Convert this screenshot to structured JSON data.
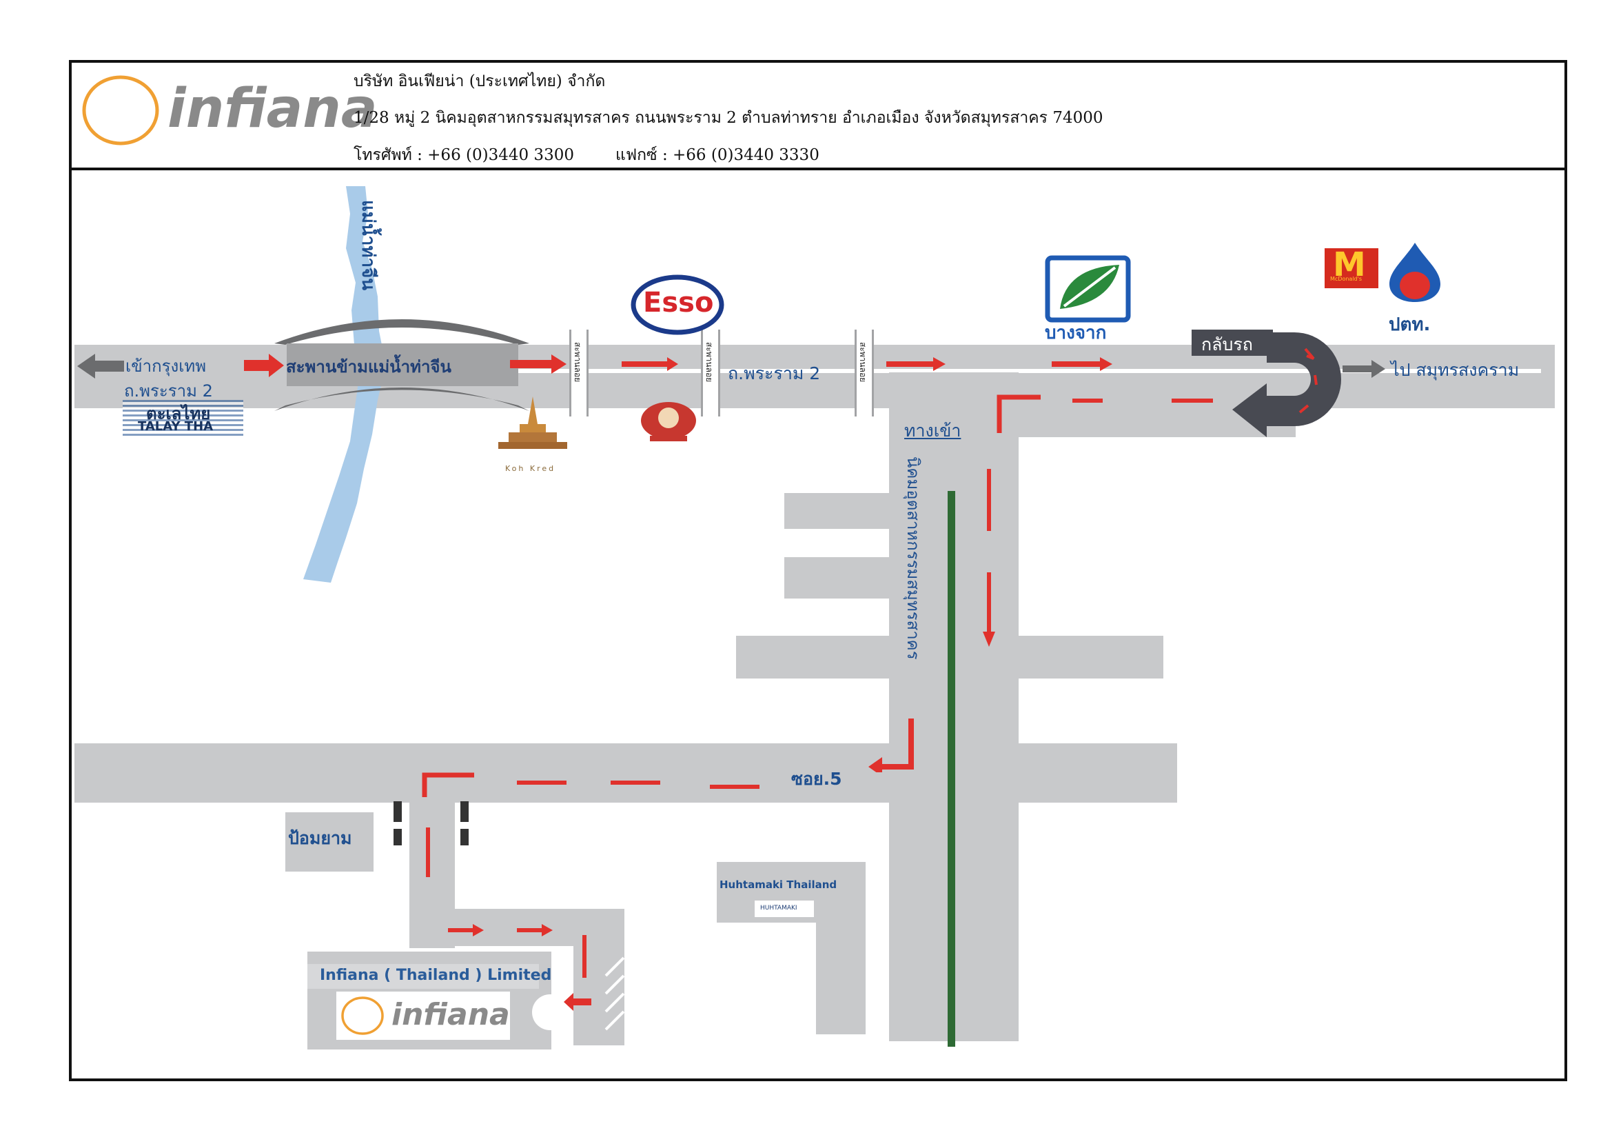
{
  "header": {
    "logo_text": "infiana",
    "company_name": "บริษัท อินเฟียน่า (ประเทศไทย) จำกัด",
    "address": "1/28 หมู่ 2 นิคมอุตสาหกรรมสมุทรสาคร ถนนพระราม 2 ตำบลท่าทราย อำเภอเมือง จังหวัดสมุทรสาคร 74000",
    "phone": "โทรศัพท์ : +66 (0)3440 3300",
    "fax": "แฟกซ์ : +66 (0)3440 3330"
  },
  "map": {
    "river_label": "แม่น้ำท่าจีน",
    "bridge_label": "สะพานข้ามแม่น้ำท่าจีน",
    "to_bangkok": "เข้ากรุงเทพ",
    "rama2_left": "ถ.พระราม 2",
    "rama2_main": "ถ.พระราม 2",
    "talay_thai": "ตะเลไทย",
    "talay_thai_en": "TALAY THA",
    "koh_kred": "Koh Kred",
    "esso": "Esso",
    "bangchak": "บางจาก",
    "mcdonalds": "McDonald's",
    "ptt": "ปตท.",
    "u_turn": "กลับรถ",
    "to_samut_songkhram": "ไป สมุทรสงคราม",
    "pedestrian_bridge": "สะพานลอย",
    "entrance": "ทางเข้า",
    "industrial_estate_road": "นิคมอุตสาหกรรมสมุทรสาคร",
    "soi5": "ซอย.5",
    "guard_post": "ป้อมยาม",
    "huhtamaki": "Huhtamaki Thailand",
    "huhtamaki_sign": "HUHTAMAKI",
    "infiana_building": "Infiana ( Thailand ) Limited",
    "infiana_building_logo": "infiana"
  },
  "colors": {
    "road": "#c8c9cb",
    "arrow": "#e0312c",
    "river": "#a9cbe9",
    "label_blue": "#1f4f8f",
    "logo_orange": "#f0a033",
    "green_line": "#2e6a34"
  }
}
